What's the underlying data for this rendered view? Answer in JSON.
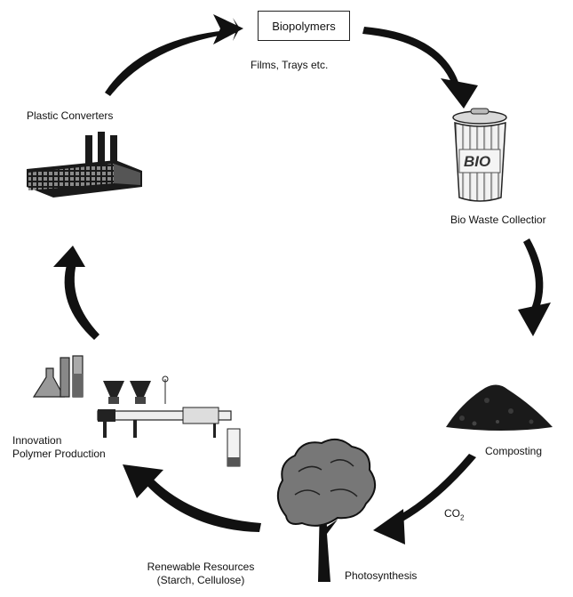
{
  "nodes": {
    "biopolymers": "Biopolymers",
    "films_trays": "Films, Trays etc.",
    "bio_label": "BIO",
    "bio_waste": "Bio Waste Collectior",
    "composting": "Composting",
    "co2_main": "CO",
    "co2_sub": "2",
    "photosynthesis": "Photosynthesis",
    "renewable_line1": "Renewable Resources",
    "renewable_line2": "(Starch, Cellulose)",
    "innovation_line1": "Innovation",
    "innovation_line2": "Polymer Production",
    "plastic_converters": "Plastic Converters"
  }
}
